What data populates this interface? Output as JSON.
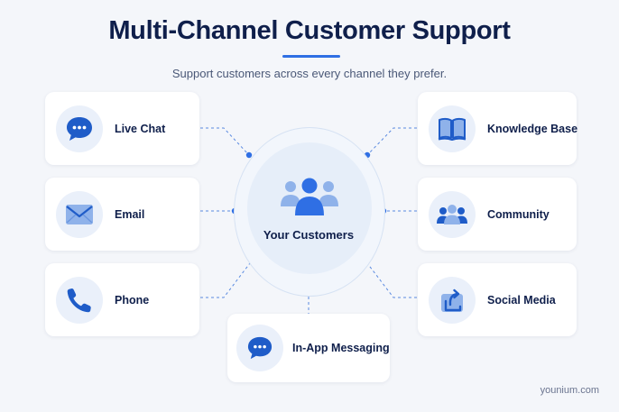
{
  "header": {
    "title": "Multi-Channel Customer Support",
    "subtitle": "Support customers across every channel they prefer."
  },
  "center": {
    "label": "Your Customers",
    "icon": "users-group-icon"
  },
  "channels": [
    {
      "label": "Live Chat",
      "icon": "chat-bubble-icon"
    },
    {
      "label": "Email",
      "icon": "envelope-icon"
    },
    {
      "label": "Phone",
      "icon": "phone-icon"
    },
    {
      "label": "In-App Messaging",
      "icon": "chat-bubble-icon"
    },
    {
      "label": "Knowledge Base",
      "icon": "open-book-icon"
    },
    {
      "label": "Community",
      "icon": "community-icon"
    },
    {
      "label": "Social Media",
      "icon": "share-icon"
    }
  ],
  "footer": {
    "brand": "younium.com"
  },
  "colors": {
    "accent": "#2f6fe4",
    "icon_dark": "#1f5cc8",
    "icon_light": "#8fb2ea",
    "text": "#0f1f4b"
  }
}
